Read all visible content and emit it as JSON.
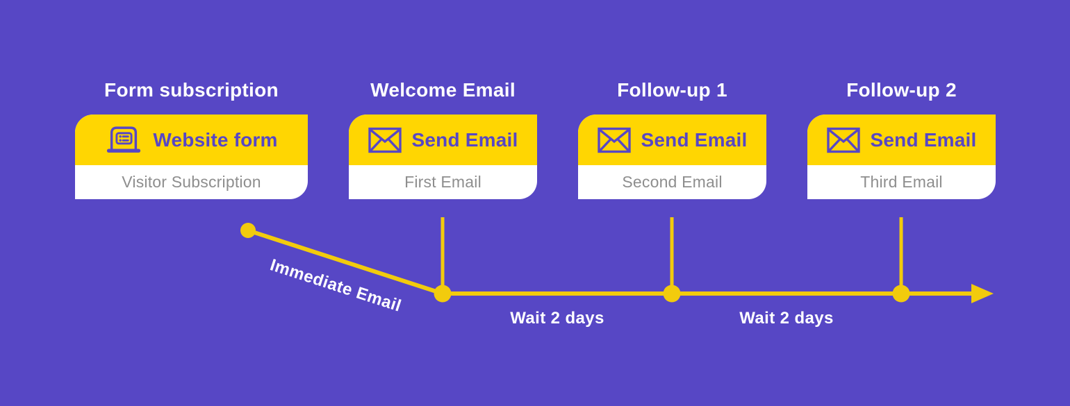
{
  "colors": {
    "background": "#5747C5",
    "card_yellow": "#FFD602",
    "timeline_yellow": "#F2CB0D",
    "text_purple": "#5747C5",
    "text_gray": "#8E8E8E",
    "text_white": "#FFFFFF",
    "card_white": "#FFFFFF"
  },
  "steps": [
    {
      "title": "Form subscription",
      "action": "Website form",
      "icon": "laptop-form-icon",
      "subtitle": "Visitor Subscription"
    },
    {
      "title": "Welcome Email",
      "action": "Send Email",
      "icon": "envelope-icon",
      "subtitle": "First Email"
    },
    {
      "title": "Follow-up 1",
      "action": "Send Email",
      "icon": "envelope-icon",
      "subtitle": "Second Email"
    },
    {
      "title": "Follow-up 2",
      "action": "Send Email",
      "icon": "envelope-icon",
      "subtitle": "Third Email"
    }
  ],
  "timeline": {
    "immediate_label": "Immediate Email",
    "wait_labels": [
      "Wait 2 days",
      "Wait 2 days"
    ]
  }
}
